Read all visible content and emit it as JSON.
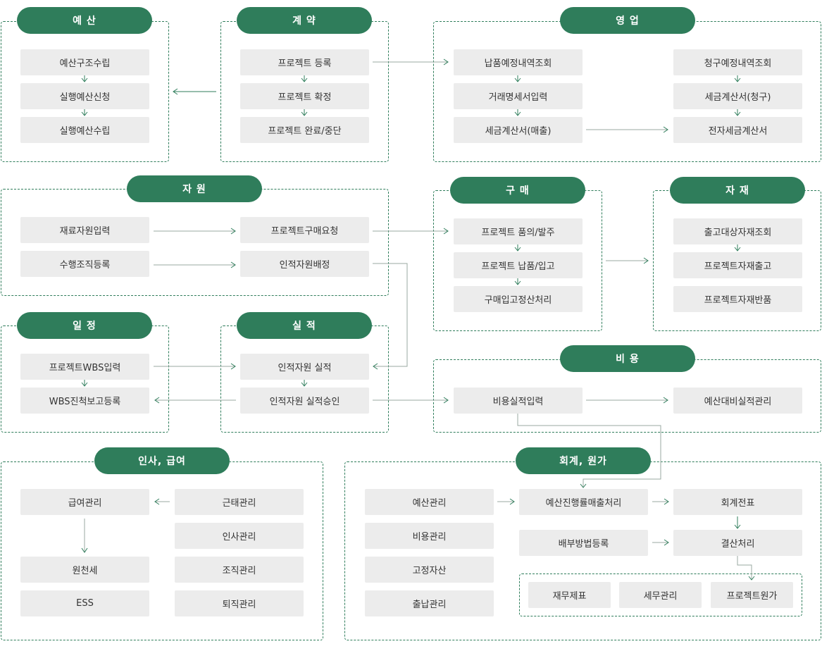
{
  "sections": {
    "budget": {
      "title": "예 산",
      "items": [
        "예산구조수립",
        "실행예산신청",
        "실행예산수립"
      ]
    },
    "contract": {
      "title": "계 약",
      "items": [
        "프로젝트 등록",
        "프로젝트 확정",
        "프로젝트 완료/중단"
      ]
    },
    "sales": {
      "title": "영 업",
      "left": [
        "납품예정내역조회",
        "거래명세서입력",
        "세금계산서(매출)"
      ],
      "right": [
        "청구예정내역조회",
        "세금계산서(청구)",
        "전자세금계산서"
      ]
    },
    "resource": {
      "title": "자 원",
      "items": [
        "재료자원입력",
        "수행조직등록",
        "프로젝트구매요청",
        "인적자원배정"
      ]
    },
    "purchase": {
      "title": "구 매",
      "items": [
        "프로젝트 품의/발주",
        "프로젝트 납품/입고",
        "구매입고정산처리"
      ]
    },
    "material": {
      "title": "자 재",
      "items": [
        "출고대상자재조회",
        "프로젝트자재출고",
        "프로젝트자재반품"
      ]
    },
    "schedule": {
      "title": "일 정",
      "items": [
        "프로젝트WBS입력",
        "WBS진척보고등록"
      ]
    },
    "performance": {
      "title": "실 적",
      "items": [
        "인적자원 실적",
        "인적자원 실적승인"
      ]
    },
    "cost": {
      "title": "비 용",
      "items": [
        "비용실적입력",
        "예산대비실적관리"
      ]
    },
    "hr": {
      "title": "인사, 급여",
      "items": [
        "급여관리",
        "원천세",
        "ESS",
        "근태관리",
        "인사관리",
        "조직관리",
        "퇴직관리"
      ]
    },
    "accounting": {
      "title": "회계, 원가",
      "left": [
        "예산관리",
        "비용관리",
        "고정자산",
        "출납관리"
      ],
      "mid": [
        "예산진행률매출처리",
        "배부방법등록"
      ],
      "right": [
        "회계전표",
        "결산처리"
      ],
      "bottom": [
        "재무제표",
        "세무관리",
        "프로젝트원가"
      ]
    }
  },
  "colors": {
    "accent": "#2f7d5b",
    "box": "#ececec",
    "text": "#333333"
  }
}
